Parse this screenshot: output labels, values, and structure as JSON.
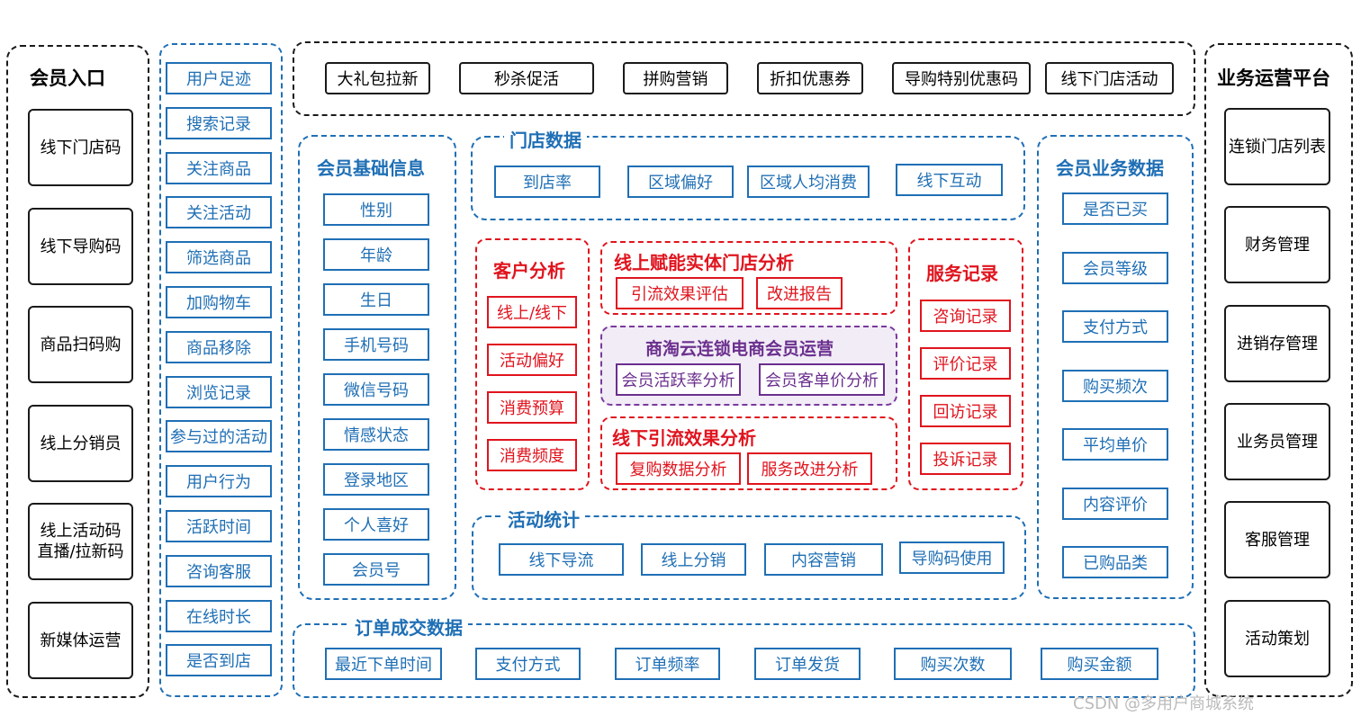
{
  "member_entry": {
    "title": "会员入口",
    "items": [
      "线下门店码",
      "线下导购码",
      "商品扫码购",
      "线上分销员",
      "线上活动码\n直播/拉新码",
      "新媒体运营"
    ]
  },
  "behavior": {
    "items": [
      "用户足迹",
      "搜索记录",
      "关注商品",
      "关注活动",
      "筛选商品",
      "加购物车",
      "商品移除",
      "浏览记录",
      "参与过的活动",
      "用户行为",
      "活跃时间",
      "咨询客服",
      "在线时长",
      "是否到店"
    ]
  },
  "promotions": {
    "items": [
      "大礼包拉新",
      "秒杀促活",
      "拼购营销",
      "折扣优惠券",
      "导购特别优惠码",
      "线下门店活动"
    ]
  },
  "basic_info": {
    "title": "会员基础信息",
    "items": [
      "性别",
      "年龄",
      "生日",
      "手机号码",
      "微信号码",
      "情感状态",
      "登录地区",
      "个人喜好",
      "会员号"
    ]
  },
  "store_data": {
    "title": "门店数据",
    "items": [
      "到店率",
      "区域偏好",
      "区域人均消费",
      "线下互动"
    ]
  },
  "customer_analysis": {
    "title": "客户分析",
    "items": [
      "线上/线下",
      "活动偏好",
      "消费预算",
      "消费频度"
    ]
  },
  "online_empower": {
    "title": "线上赋能实体门店分析",
    "items": [
      "引流效果评估",
      "改进报告"
    ]
  },
  "core": {
    "title": "商淘云连锁电商会员运营",
    "items": [
      "会员活跃率分析",
      "会员客单价分析"
    ]
  },
  "offline_traffic": {
    "title": "线下引流效果分析",
    "items": [
      "复购数据分析",
      "服务改进分析"
    ]
  },
  "service_records": {
    "title": "服务记录",
    "items": [
      "咨询记录",
      "评价记录",
      "回访记录",
      "投诉记录"
    ]
  },
  "activity_stats": {
    "title": "活动统计",
    "items": [
      "线下导流",
      "线上分销",
      "内容营销",
      "导购码使用"
    ]
  },
  "member_business": {
    "title": "会员业务数据",
    "items": [
      "是否已买",
      "会员等级",
      "支付方式",
      "购买频次",
      "平均单价",
      "内容评价",
      "已购品类"
    ]
  },
  "order_data": {
    "title": "订单成交数据",
    "items": [
      "最近下单时间",
      "支付方式",
      "订单频率",
      "订单发货",
      "购买次数",
      "购买金额"
    ]
  },
  "platform": {
    "title": "业务运营平台",
    "items": [
      "连锁门店列表",
      "财务管理",
      "进销存管理",
      "业务员管理",
      "客服管理",
      "活动策划"
    ]
  },
  "watermark": "CSDN @多用户商城系统"
}
